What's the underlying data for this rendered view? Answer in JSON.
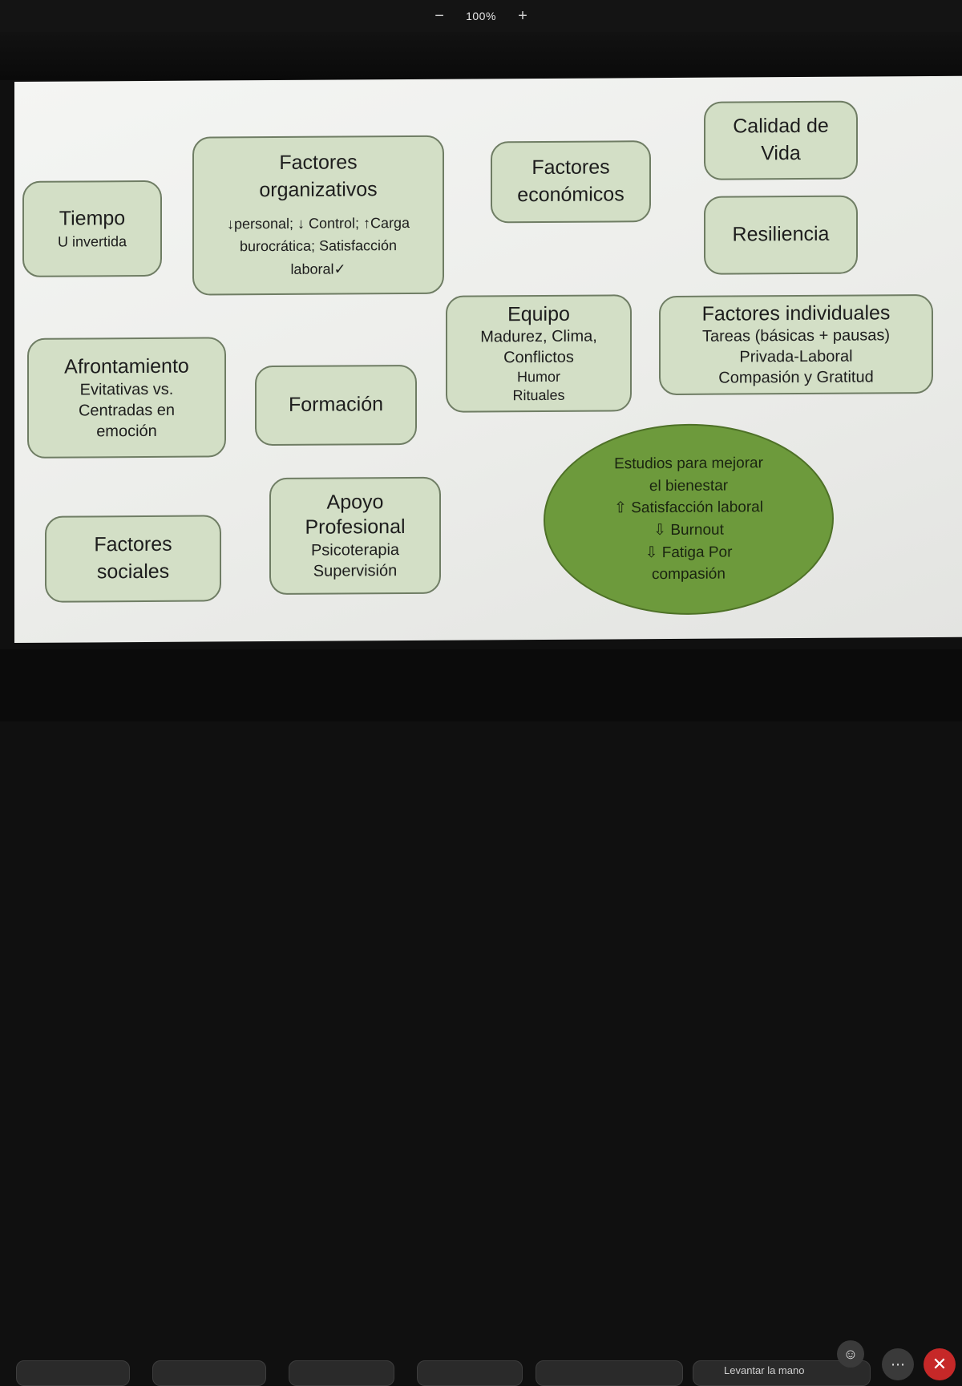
{
  "toolbar": {
    "zoom_out": "−",
    "zoom_level": "100%",
    "zoom_in": "+"
  },
  "slide": {
    "tiempo": {
      "title": "Tiempo",
      "lines": [
        "U invertida"
      ]
    },
    "organizativos": {
      "title_lines": [
        "Factores",
        "organizativos"
      ],
      "lines": [
        "↓personal; ↓ Control; ↑Carga",
        "burocrática; Satisfacción",
        "laboral✓"
      ]
    },
    "economicos": {
      "title_lines": [
        "Factores",
        "económicos"
      ]
    },
    "calidad": {
      "title_lines": [
        "Calidad de",
        "Vida"
      ]
    },
    "resiliencia": {
      "title": "Resiliencia"
    },
    "equipo": {
      "title": "Equipo",
      "lines_md": [
        "Madurez, Clima,",
        "Conflictos"
      ],
      "lines_sm": [
        "Humor",
        "Rituales"
      ]
    },
    "individuales": {
      "title": "Factores individuales",
      "lines": [
        "Tareas (básicas + pausas)",
        "Privada-Laboral",
        "Compasión y Gratitud"
      ]
    },
    "afrontamiento": {
      "title": "Afrontamiento",
      "lines": [
        "Evitativas vs.",
        "Centradas en",
        "emoción"
      ]
    },
    "formacion": {
      "title": "Formación"
    },
    "apoyo": {
      "title_lines": [
        "Apoyo",
        "Profesional"
      ],
      "lines": [
        "Psicoterapia",
        "Supervisión"
      ]
    },
    "sociales": {
      "title_lines": [
        "Factores",
        "sociales"
      ]
    },
    "estudios": {
      "lines": [
        "Estudios para mejorar",
        "el bienestar",
        "⇧ Satisfacción laboral",
        "⇩ Burnout",
        "⇩ Fatiga Por",
        "compasión"
      ]
    }
  },
  "bottom": {
    "raise_hand": "Levantar la mano",
    "close_icon": "close-icon"
  },
  "colors": {
    "box_fill": "#d3dfc6",
    "box_border": "#6f7d64",
    "ellipse_fill": "#6d9a3c",
    "close_button": "#c62828"
  }
}
